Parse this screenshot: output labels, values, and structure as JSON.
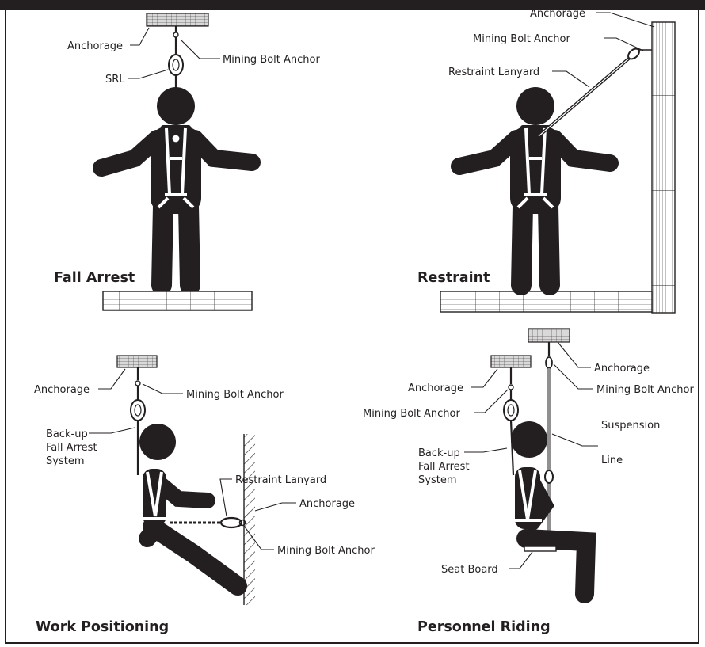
{
  "panels": {
    "fall_arrest": {
      "title": "Fall Arrest",
      "anchorage": "Anchorage",
      "mining_bolt_anchor": "Mining Bolt Anchor",
      "srl": "SRL"
    },
    "restraint": {
      "title": "Restraint",
      "anchorage": "Anchorage",
      "mining_bolt_anchor": "Mining Bolt Anchor",
      "restraint_lanyard": "Restraint Lanyard"
    },
    "work_positioning": {
      "title": "Work Positioning",
      "anchorage_top": "Anchorage",
      "mining_bolt_anchor_top": "Mining Bolt Anchor",
      "backup_line1": "Back-up",
      "backup_line2": "Fall Arrest",
      "backup_line3": "System",
      "restraint_lanyard": "Restraint Lanyard",
      "anchorage_wall": "Anchorage",
      "mining_bolt_anchor_wall": "Mining Bolt Anchor"
    },
    "personnel_riding": {
      "title": "Personnel Riding",
      "anchorage_left": "Anchorage",
      "mining_bolt_anchor_left": "Mining Bolt Anchor",
      "anchorage_right": "Anchorage",
      "mining_bolt_anchor_right": "Mining Bolt Anchor",
      "backup_line1": "Back-up",
      "backup_line2": "Fall Arrest",
      "backup_line3": "System",
      "suspension_line1": "Suspension",
      "suspension_line2": "Line",
      "seat_board": "Seat Board"
    }
  },
  "colors": {
    "ink": "#231f20",
    "background": "#ffffff",
    "plate_fill": "#e6e6e6"
  }
}
